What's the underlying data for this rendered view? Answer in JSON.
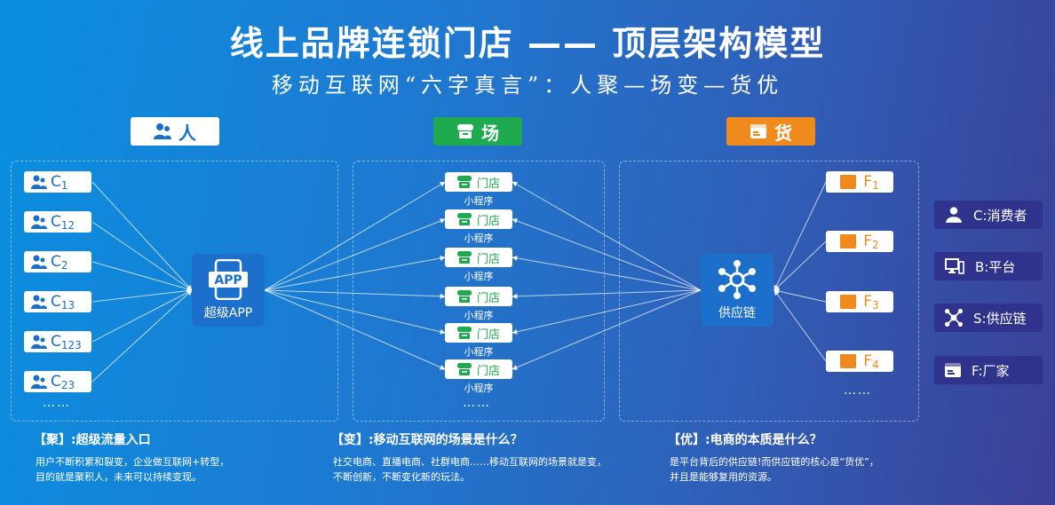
{
  "title": "线上品牌连锁门店 —— 顶层架构模型",
  "subtitle": "移动互联网“六字真言”：人聚—场变—货优",
  "headers": {
    "people": "人",
    "place": "场",
    "goods": "货"
  },
  "consumers": [
    {
      "letter": "C",
      "sub": "1"
    },
    {
      "letter": "C",
      "sub": "12"
    },
    {
      "letter": "C",
      "sub": "2"
    },
    {
      "letter": "C",
      "sub": "13"
    },
    {
      "letter": "C",
      "sub": "123"
    },
    {
      "letter": "C",
      "sub": "23"
    }
  ],
  "ellipsis": "……",
  "app_hub": {
    "badge": "APP",
    "label": "超级APP"
  },
  "stores": [
    {
      "name": "门店",
      "sub": "小程序"
    },
    {
      "name": "门店",
      "sub": "小程序"
    },
    {
      "name": "门店",
      "sub": "小程序"
    },
    {
      "name": "门店",
      "sub": "小程序"
    },
    {
      "name": "门店",
      "sub": "小程序"
    },
    {
      "name": "门店",
      "sub": "小程序"
    }
  ],
  "supply_hub": {
    "label": "供应链"
  },
  "factories": [
    {
      "letter": "F",
      "sub": "1"
    },
    {
      "letter": "F",
      "sub": "2"
    },
    {
      "letter": "F",
      "sub": "3"
    },
    {
      "letter": "F",
      "sub": "4"
    }
  ],
  "legend": [
    {
      "icon": "person-icon",
      "label": "C:消费者"
    },
    {
      "icon": "monitor-icon",
      "label": "B:平台"
    },
    {
      "icon": "network-icon",
      "label": "S:供应链"
    },
    {
      "icon": "box-icon",
      "label": "F:厂家"
    }
  ],
  "captions": [
    {
      "title": "【聚】:超级流量入口",
      "lines": [
        "用户不断积累和裂变，企业做互联网+转型，",
        "目的就是聚积人，未来可以持续变现。"
      ]
    },
    {
      "title": "【变】:移动互联网的场景是什么？",
      "lines": [
        "社交电商、直播电商、社群电商……移动互联网的场景就是变，",
        "不断创新，不断变化新的玩法。"
      ]
    },
    {
      "title": "【优】:电商的本质是什么？",
      "lines": [
        "是平台背后的供应链!而供应链的核心是“货优”，",
        "并且是能够复用的资源。"
      ]
    }
  ],
  "colors": {
    "place_green": "#1faa4f",
    "goods_orange": "#f08a1c",
    "people_blue": "#1a6fc8",
    "legend_bg": "#30338c"
  }
}
